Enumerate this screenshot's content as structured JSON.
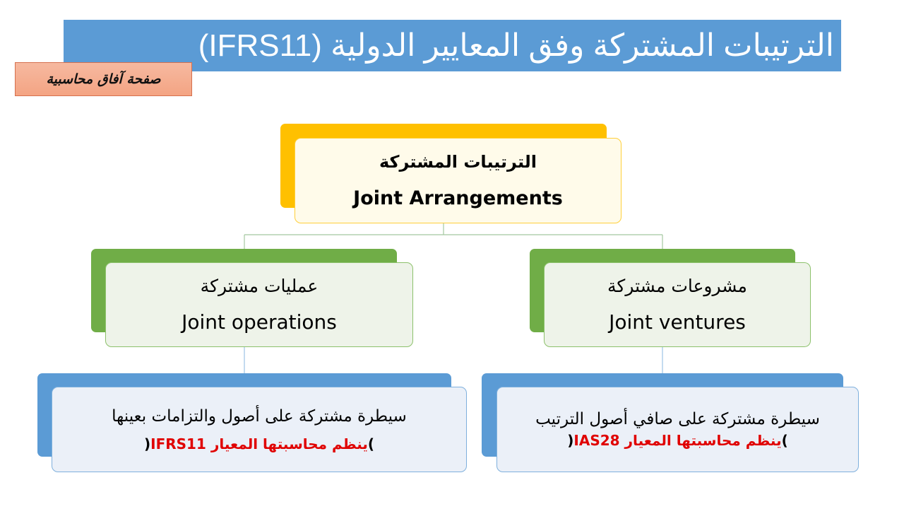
{
  "title": "الترتيبات المشتركة وفق المعايير الدولية (IFRS11)",
  "page_label": "صفحة آفاق محاسبية",
  "colors": {
    "title_bg": "#5b9bd5",
    "root_accent": "#ffc000",
    "level2_accent": "#70ad47",
    "level3_accent": "#5b9bd5",
    "note_red": "#e00000"
  },
  "diagram": {
    "root": {
      "arabic": "الترتيبات المشتركة",
      "english": "Joint Arrangements"
    },
    "left": {
      "arabic": "عمليات مشتركة",
      "english": "Joint operations",
      "detail": {
        "text": "سيطرة مشتركة على أصول والتزامات بعينها",
        "note_open": "(",
        "note": "ينظم محاسبتها المعيار IFRS11",
        "note_close": ")"
      }
    },
    "right": {
      "arabic": "مشروعات مشتركة",
      "english": "Joint ventures",
      "detail": {
        "text": "سيطرة مشتركة على صافي أصول الترتيب",
        "note_open": "(",
        "note": "ينظم محاسبتها المعيار IAS28",
        "note_close": ")"
      }
    }
  }
}
